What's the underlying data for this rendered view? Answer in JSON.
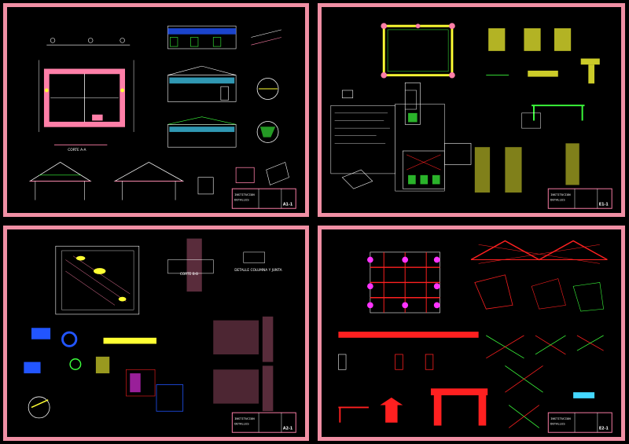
{
  "sheets": [
    {
      "id": "A-1",
      "section_label": "CORTE A-A",
      "titleblock": {
        "project": "INSTITUCION",
        "detail": "DETALLES",
        "code": "A1-1"
      }
    },
    {
      "id": "E-1",
      "section_label": "",
      "titleblock": {
        "project": "INSTITUCION",
        "detail": "DETALLES",
        "code": "E1-1"
      }
    },
    {
      "id": "A-2",
      "section_label": "CORTE B-B",
      "detail_label": "DETALLE COLUMNA Y JUNTA",
      "titleblock": {
        "project": "INSTITUCION",
        "detail": "DETALLES",
        "code": "A2-1"
      }
    },
    {
      "id": "E-2",
      "section_label": "",
      "titleblock": {
        "project": "INSTITUCION",
        "detail": "DETALLES",
        "code": "E2-1"
      }
    }
  ],
  "colors": {
    "frame": "#f08fa4",
    "line": "#ffffff",
    "accent_pink": "#ff7fa8",
    "accent_green": "#3cff3c",
    "accent_yellow": "#ffff33",
    "accent_blue": "#2255ff",
    "accent_red": "#ff2020",
    "accent_magenta": "#ff33ff",
    "accent_cyan": "#44d8ff"
  }
}
